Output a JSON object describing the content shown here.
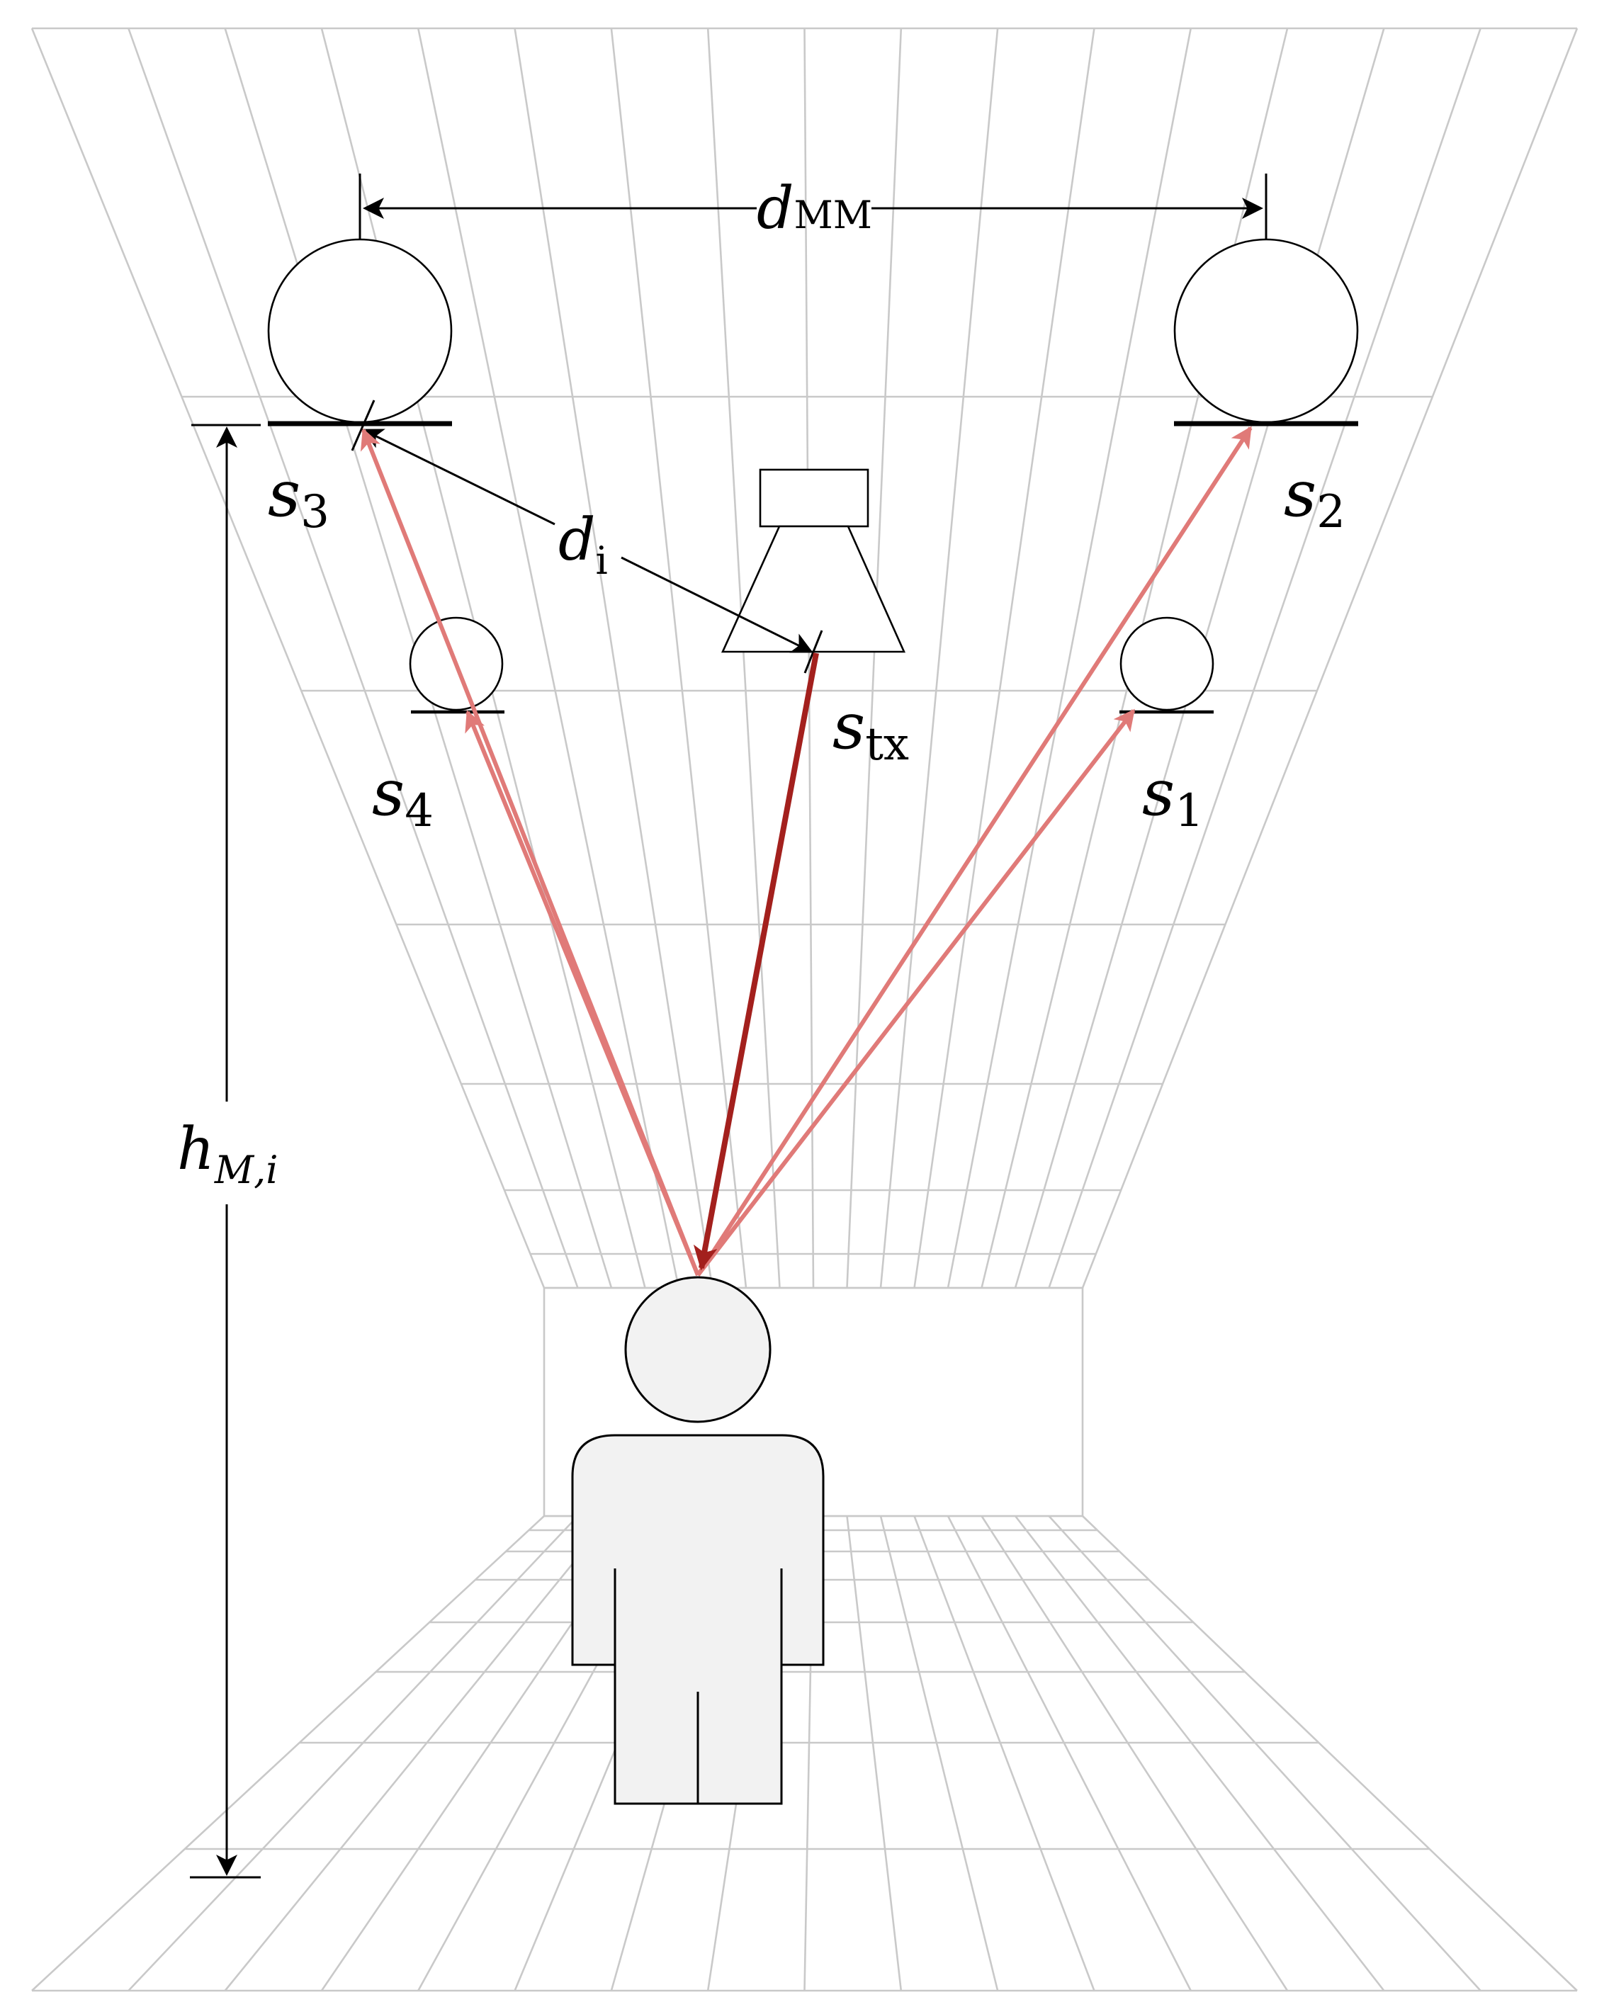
{
  "labels": {
    "d_mm": {
      "main": "d",
      "sub": "MM"
    },
    "d_i": {
      "main": "d",
      "sub": "i"
    },
    "h_mi": {
      "main": "h",
      "sub": "M,i"
    },
    "s1": {
      "main": "s",
      "sub": "1"
    },
    "s2": {
      "main": "s",
      "sub": "2"
    },
    "s3": {
      "main": "s",
      "sub": "3"
    },
    "s4": {
      "main": "s",
      "sub": "4"
    },
    "stx": {
      "main": "s",
      "sub": "tx"
    }
  },
  "colors": {
    "grid": "#c9c9c9",
    "reflection_path": "#e07a78",
    "direct_path": "#a3201d",
    "person_fill": "#f2f2f2",
    "outline": "#000000"
  }
}
